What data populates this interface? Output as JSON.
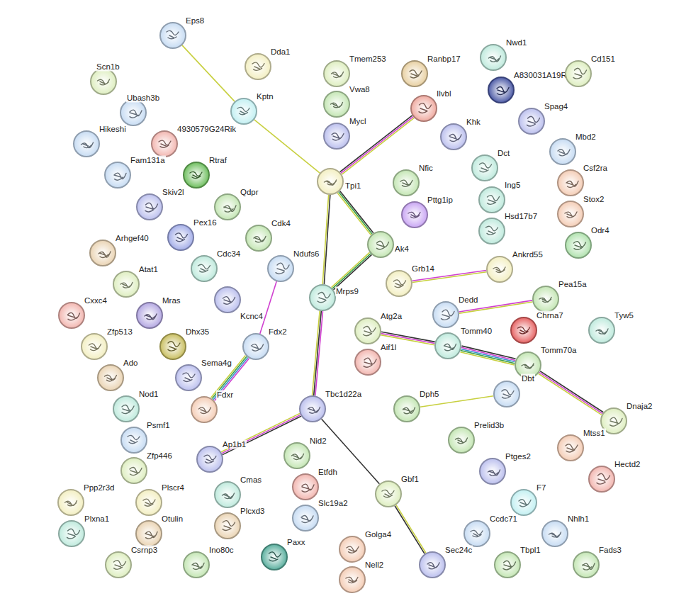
{
  "diagram": {
    "nodes": [
      {
        "text": [
          "Eps8"
        ]
      },
      {
        "text": [
          "Scn1b"
        ]
      },
      {
        "text": [
          "Dda1"
        ]
      },
      {
        "text": [
          "Tmem253"
        ]
      },
      {
        "text": [
          "Ranbp17"
        ]
      },
      {
        "text": [
          "Nwd1"
        ]
      },
      {
        "text": [
          "A830031A19Rik"
        ]
      },
      {
        "text": [
          "Cd151"
        ]
      },
      {
        "text": [
          "Ubash3b"
        ]
      },
      {
        "text": [
          "Kptn"
        ]
      },
      {
        "text": [
          "Vwa8"
        ]
      },
      {
        "text": [
          "4930579G24Rik"
        ]
      },
      {
        "text": [
          "Hikeshi"
        ]
      },
      {
        "text": [
          "Mycl"
        ]
      },
      {
        "text": [
          "Ilvbl"
        ]
      },
      {
        "text": [
          "Khk"
        ]
      },
      {
        "text": [
          "Spag4"
        ]
      },
      {
        "text": [
          "Fam131a"
        ]
      },
      {
        "text": [
          "Rtraf"
        ]
      },
      {
        "text": [
          "Tpi1"
        ]
      },
      {
        "text": [
          "Nfic"
        ]
      },
      {
        "text": [
          "Dct"
        ]
      },
      {
        "text": [
          "Mbd2"
        ]
      },
      {
        "text": [
          "Ing5"
        ]
      },
      {
        "text": [
          "Csf2ra"
        ]
      },
      {
        "text": [
          "Skiv2l"
        ]
      },
      {
        "text": [
          "Qdpr"
        ]
      },
      {
        "text": [
          "Pttg1ip"
        ]
      },
      {
        "text": [
          "Hsd17b7"
        ]
      },
      {
        "text": [
          "Stox2"
        ]
      },
      {
        "text": [
          "Pex16"
        ]
      },
      {
        "text": [
          "Cdk4"
        ]
      },
      {
        "text": [
          "Odr4"
        ]
      },
      {
        "text": [
          "Arhgef40"
        ]
      },
      {
        "text": [
          "Ak4"
        ]
      },
      {
        "text": [
          "Ndufs6"
        ]
      },
      {
        "text": [
          "Ankrd55"
        ]
      },
      {
        "text": [
          "Cdc34"
        ]
      },
      {
        "text": [
          "Atat1"
        ]
      },
      {
        "text": [
          "Grb14"
        ]
      },
      {
        "text": [
          "Mras"
        ]
      },
      {
        "text": [
          "Kcnc4"
        ]
      },
      {
        "text": [
          "Mrps9"
        ]
      },
      {
        "text": [
          "Cxxc4"
        ]
      },
      {
        "text": [
          "Dedd"
        ]
      },
      {
        "text": [
          "Pea15a"
        ]
      },
      {
        "text": [
          "Chrna7"
        ]
      },
      {
        "text": [
          "Tyw5"
        ]
      },
      {
        "text": [
          "Zfp513"
        ]
      },
      {
        "text": [
          "Dhx35"
        ]
      },
      {
        "text": [
          "Fdx2"
        ]
      },
      {
        "text": [
          "Atg2a"
        ]
      },
      {
        "text": [
          "Tomm40"
        ]
      },
      {
        "text": [
          "Aif1l"
        ]
      },
      {
        "text": [
          "Tomm70a"
        ]
      },
      {
        "text": [
          "Ado"
        ]
      },
      {
        "text": [
          "Sema4g"
        ]
      },
      {
        "text": [
          "Fdxr"
        ]
      },
      {
        "text": [
          "Dbt"
        ]
      },
      {
        "text": [
          "Tbc1d22a"
        ]
      },
      {
        "text": [
          "Nod1"
        ]
      },
      {
        "text": [
          "Dph5"
        ]
      },
      {
        "text": [
          "Dnaja2"
        ]
      },
      {
        "text": [
          "Psmf1"
        ]
      },
      {
        "text": [
          "Prelid3b"
        ]
      },
      {
        "text": [
          "Ap1b1"
        ]
      },
      {
        "text": [
          "Nid2"
        ]
      },
      {
        "text": [
          "Mtss1"
        ]
      },
      {
        "text": [
          "Ptges2"
        ]
      },
      {
        "text": [
          "Zfp446"
        ]
      },
      {
        "text": [
          "Hectd2"
        ]
      },
      {
        "text": [
          "Etfdh"
        ]
      },
      {
        "text": [
          "Gbf1"
        ]
      },
      {
        "text": [
          "Ppp2r3d"
        ]
      },
      {
        "text": [
          "Plscr4"
        ]
      },
      {
        "text": [
          "Cmas"
        ]
      },
      {
        "text": [
          "F7"
        ]
      },
      {
        "text": [
          "Plcxd3"
        ]
      },
      {
        "text": [
          "Slc19a2"
        ]
      },
      {
        "text": [
          "Plxna1"
        ]
      },
      {
        "text": [
          "Otulin"
        ]
      },
      {
        "text": [
          "Ccdc71"
        ]
      },
      {
        "text": [
          "Nhlh1"
        ]
      },
      {
        "text": [
          "Golga4"
        ]
      },
      {
        "text": [
          "Paxx"
        ]
      },
      {
        "text": [
          "Sec24c"
        ]
      },
      {
        "text": [
          "Csrnp3"
        ]
      },
      {
        "text": [
          "Ino80c"
        ]
      },
      {
        "text": [
          "Tbpl1"
        ]
      },
      {
        "text": [
          "Fads3"
        ]
      },
      {
        "text": [
          "Nell2"
        ]
      }
    ],
    "edges": [
      {
        "from": 0,
        "to": 9,
        "arrow": "none"
      },
      {
        "from": 9,
        "to": 19,
        "arrow": "none"
      },
      {
        "from": 19,
        "to": 14,
        "arrow": "none"
      },
      {
        "from": 19,
        "to": 34,
        "arrow": "none"
      },
      {
        "from": 19,
        "to": 42,
        "arrow": "none"
      },
      {
        "from": 34,
        "to": 42,
        "arrow": "none"
      },
      {
        "from": 42,
        "to": 59,
        "arrow": "none"
      },
      {
        "from": 59,
        "to": 65,
        "arrow": "none"
      },
      {
        "from": 59,
        "to": 72,
        "arrow": "none"
      },
      {
        "from": 72,
        "to": 85,
        "arrow": "none"
      },
      {
        "from": 35,
        "to": 50,
        "arrow": "none"
      },
      {
        "from": 50,
        "to": 57,
        "arrow": "none"
      },
      {
        "from": 39,
        "to": 36,
        "arrow": "none"
      },
      {
        "from": 44,
        "to": 45,
        "arrow": "none"
      },
      {
        "from": 51,
        "to": 52,
        "arrow": "none"
      },
      {
        "from": 52,
        "to": 54,
        "arrow": "none"
      },
      {
        "from": 54,
        "to": 62,
        "arrow": "none"
      },
      {
        "from": 61,
        "to": 58,
        "arrow": "none"
      }
    ]
  }
}
